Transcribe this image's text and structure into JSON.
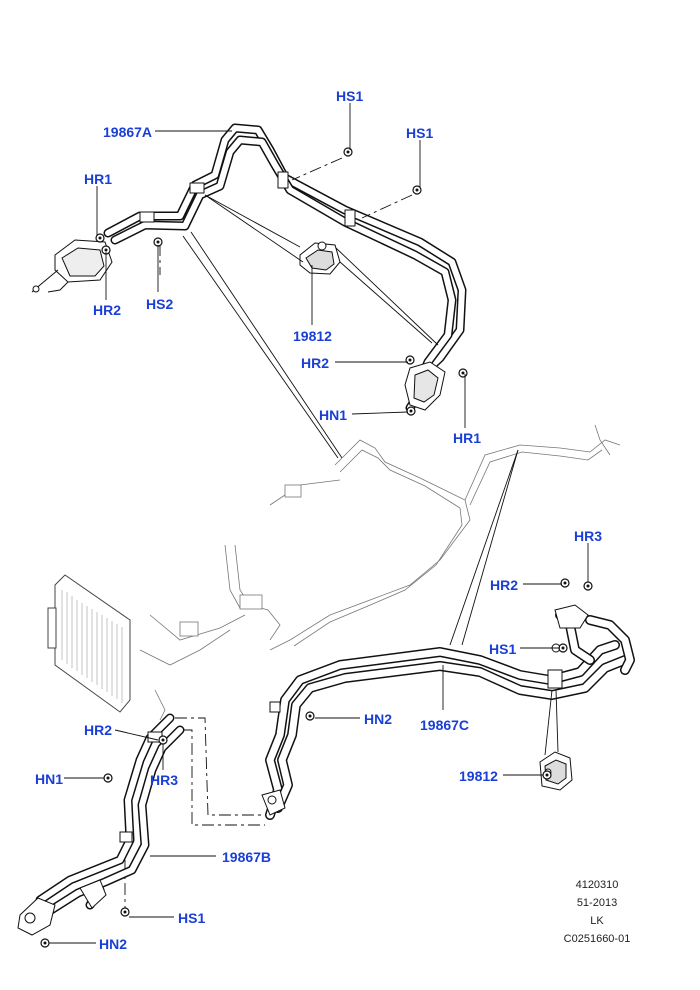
{
  "callouts": {
    "hs1_top": "HS1",
    "hs1_top2": "HS1",
    "p19867a": "19867A",
    "hr1_left": "HR1",
    "hr2_left": "HR2",
    "hs2": "HS2",
    "p19812_top": "19812",
    "hr2_mid": "HR2",
    "hn1_mid": "HN1",
    "hr1_mid": "HR1",
    "hr3_right": "HR3",
    "hr2_right": "HR2",
    "hs1_right": "HS1",
    "hn2_mid": "HN2",
    "p19867c": "19867C",
    "p19812_bot": "19812",
    "hr2_bl": "HR2",
    "hn1_bl": "HN1",
    "hr3_bl": "HR3",
    "p19867b": "19867B",
    "hs1_bl": "HS1",
    "hn2_bl": "HN2"
  },
  "reference": {
    "line1": "4120310",
    "line2": "51-2013",
    "line3": "LK",
    "line4": "C0251660-01"
  },
  "colors": {
    "callout": "#1a3fd6",
    "line": "#1a1a1a",
    "pipe_fill": "#ffffff"
  }
}
